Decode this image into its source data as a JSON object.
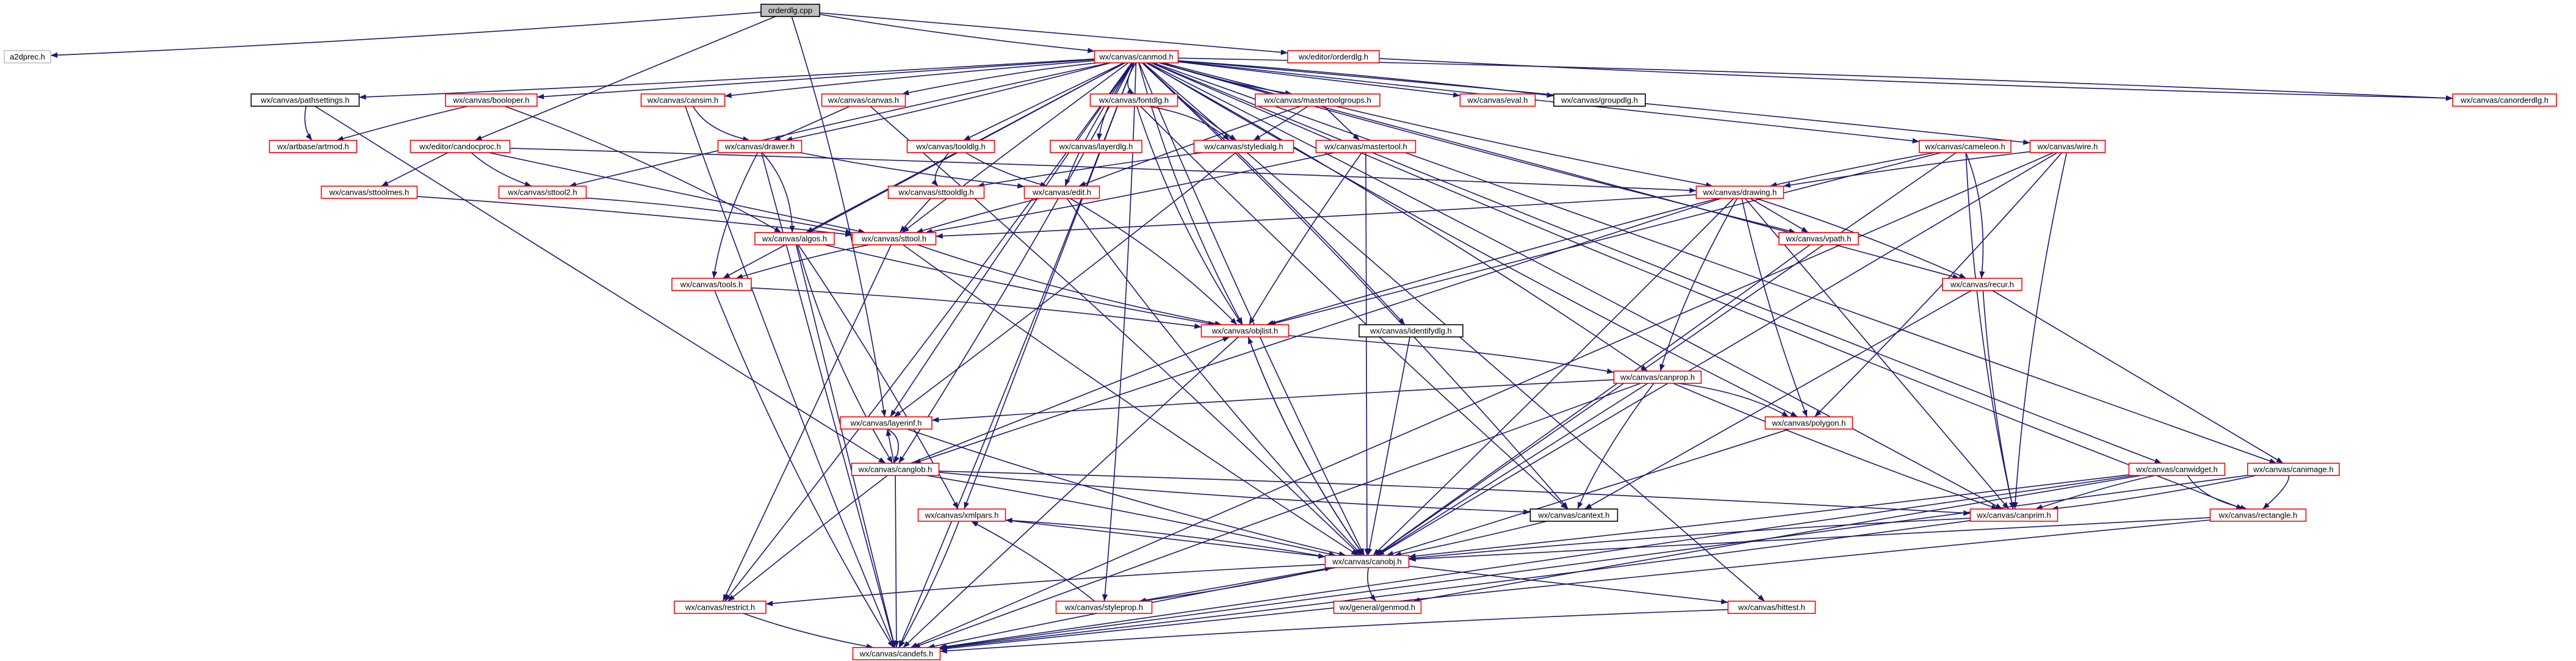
{
  "colors": {
    "edge": "#191970",
    "root_fill": "#bfbfbf",
    "node_fill": "#ffffff",
    "red_border": "#ff0000",
    "black_border": "#000000",
    "gray_border": "#bfbfbf"
  },
  "nodes": [
    {
      "id": "orderdlg_cpp",
      "label": "orderdlg.cpp",
      "style": "root"
    },
    {
      "id": "a2dprec_h",
      "label": "a2dprec.h",
      "style": "gray"
    },
    {
      "id": "canmod_h",
      "label": "wx/canvas/canmod.h",
      "style": "red"
    },
    {
      "id": "editor_orderdlg_h",
      "label": "wx/editor/orderdlg.h",
      "style": "red"
    },
    {
      "id": "pathsettings_h",
      "label": "wx/canvas/pathsettings.h",
      "style": "black"
    },
    {
      "id": "booloper_h",
      "label": "wx/canvas/booloper.h",
      "style": "red"
    },
    {
      "id": "cansim_h",
      "label": "wx/canvas/cansim.h",
      "style": "red"
    },
    {
      "id": "canvas_h",
      "label": "wx/canvas/canvas.h",
      "style": "red"
    },
    {
      "id": "fontdlg_h",
      "label": "wx/canvas/fontdlg.h",
      "style": "red"
    },
    {
      "id": "mastertoolgroups_h",
      "label": "wx/canvas/mastertoolgroups.h",
      "style": "red"
    },
    {
      "id": "eval_h",
      "label": "wx/canvas/eval.h",
      "style": "red"
    },
    {
      "id": "groupdlg_h",
      "label": "wx/canvas/groupdlg.h",
      "style": "black"
    },
    {
      "id": "canorderdlg_h",
      "label": "wx/canvas/canorderdlg.h",
      "style": "red"
    },
    {
      "id": "artbase_artmod_h",
      "label": "wx/artbase/artmod.h",
      "style": "red"
    },
    {
      "id": "candocproc_h",
      "label": "wx/editor/candocproc.h",
      "style": "red"
    },
    {
      "id": "drawer_h",
      "label": "wx/canvas/drawer.h",
      "style": "red"
    },
    {
      "id": "layerdlg_h",
      "label": "wx/canvas/layerdlg.h",
      "style": "red"
    },
    {
      "id": "styledialg_h",
      "label": "wx/canvas/styledialg.h",
      "style": "red"
    },
    {
      "id": "mastertool_h",
      "label": "wx/canvas/mastertool.h",
      "style": "red"
    },
    {
      "id": "cameleon_h",
      "label": "wx/canvas/cameleon.h",
      "style": "red"
    },
    {
      "id": "wire_h",
      "label": "wx/canvas/wire.h",
      "style": "red"
    },
    {
      "id": "sttoolmes_h",
      "label": "wx/canvas/sttoolmes.h",
      "style": "red"
    },
    {
      "id": "sttool2_h",
      "label": "wx/canvas/sttool2.h",
      "style": "red"
    },
    {
      "id": "tooldlg_h",
      "label": "wx/canvas/tooldlg.h",
      "style": "red"
    },
    {
      "id": "edit_h",
      "label": "wx/canvas/edit.h",
      "style": "red"
    },
    {
      "id": "drawing_h",
      "label": "wx/canvas/drawing.h",
      "style": "red"
    },
    {
      "id": "algos_h",
      "label": "wx/canvas/algos.h",
      "style": "red"
    },
    {
      "id": "sttool_h",
      "label": "wx/canvas/sttool.h",
      "style": "red"
    },
    {
      "id": "vpath_h",
      "label": "wx/canvas/vpath.h",
      "style": "red"
    },
    {
      "id": "tools_h",
      "label": "wx/canvas/tools.h",
      "style": "red"
    },
    {
      "id": "recur_h",
      "label": "wx/canvas/recur.h",
      "style": "red"
    },
    {
      "id": "objlist_h",
      "label": "wx/canvas/objlist.h",
      "style": "red"
    },
    {
      "id": "identifydlg_h",
      "label": "wx/canvas/identifydlg.h",
      "style": "black"
    },
    {
      "id": "canprop_h",
      "label": "wx/canvas/canprop.h",
      "style": "red"
    },
    {
      "id": "layerinf_h",
      "label": "wx/canvas/layerinf.h",
      "style": "red"
    },
    {
      "id": "polygon_h",
      "label": "wx/canvas/polygon.h",
      "style": "red"
    },
    {
      "id": "canglob_h",
      "label": "wx/canvas/canglob.h",
      "style": "red"
    },
    {
      "id": "canwidget_h",
      "label": "wx/canvas/canwidget.h",
      "style": "red"
    },
    {
      "id": "canimage_h",
      "label": "wx/canvas/canimage.h",
      "style": "red"
    },
    {
      "id": "xmlpars_h",
      "label": "wx/canvas/xmlpars.h",
      "style": "red"
    },
    {
      "id": "canprim_h",
      "label": "wx/canvas/canprim.h",
      "style": "red"
    },
    {
      "id": "cantext_h",
      "label": "wx/canvas/cantext.h",
      "style": "black"
    },
    {
      "id": "rectangle_h",
      "label": "wx/canvas/rectangle.h",
      "style": "red"
    },
    {
      "id": "canobj_h",
      "label": "wx/canvas/canobj.h",
      "style": "red"
    },
    {
      "id": "restrict_h",
      "label": "wx/canvas/restrict.h",
      "style": "red"
    },
    {
      "id": "styleprop_h",
      "label": "wx/canvas/styleprop.h",
      "style": "red"
    },
    {
      "id": "genmod_h",
      "label": "wx/general/genmod.h",
      "style": "red"
    },
    {
      "id": "hittest_h",
      "label": "wx/canvas/hittest.h",
      "style": "red"
    },
    {
      "id": "candefs_h",
      "label": "wx/canvas/candefs.h",
      "style": "red"
    }
  ],
  "edges": [
    [
      "orderdlg_cpp",
      "a2dprec_h"
    ],
    [
      "orderdlg_cpp",
      "canmod_h"
    ],
    [
      "orderdlg_cpp",
      "editor_orderdlg_h"
    ],
    [
      "orderdlg_cpp",
      "candocproc_h"
    ],
    [
      "orderdlg_cpp",
      "layerinf_h"
    ],
    [
      "editor_orderdlg_h",
      "canorderdlg_h"
    ],
    [
      "canmod_h",
      "pathsettings_h"
    ],
    [
      "canmod_h",
      "booloper_h"
    ],
    [
      "canmod_h",
      "cansim_h"
    ],
    [
      "canmod_h",
      "canvas_h"
    ],
    [
      "canmod_h",
      "fontdlg_h"
    ],
    [
      "canmod_h",
      "mastertoolgroups_h"
    ],
    [
      "canmod_h",
      "eval_h"
    ],
    [
      "canmod_h",
      "groupdlg_h"
    ],
    [
      "canmod_h",
      "canorderdlg_h"
    ],
    [
      "canmod_h",
      "layerdlg_h"
    ],
    [
      "canmod_h",
      "styledialg_h"
    ],
    [
      "canmod_h",
      "cameleon_h"
    ],
    [
      "canmod_h",
      "wire_h"
    ],
    [
      "canmod_h",
      "tooldlg_h"
    ],
    [
      "canmod_h",
      "drawing_h"
    ],
    [
      "canmod_h",
      "vpath_h"
    ],
    [
      "canmod_h",
      "recur_h"
    ],
    [
      "canmod_h",
      "identifydlg_h"
    ],
    [
      "canmod_h",
      "canprop_h"
    ],
    [
      "canmod_h",
      "polygon_h"
    ],
    [
      "canmod_h",
      "canwidget_h"
    ],
    [
      "canmod_h",
      "canimage_h"
    ],
    [
      "canmod_h",
      "canprim_h"
    ],
    [
      "canmod_h",
      "cantext_h"
    ],
    [
      "canmod_h",
      "rectangle_h"
    ],
    [
      "canmod_h",
      "canobj_h"
    ],
    [
      "canmod_h",
      "hittest_h"
    ],
    [
      "canmod_h",
      "candefs_h"
    ],
    [
      "canmod_h",
      "sttool2_h"
    ],
    [
      "canmod_h",
      "edit_h"
    ],
    [
      "canmod_h",
      "sttool_h"
    ],
    [
      "canmod_h",
      "tools_h"
    ],
    [
      "canmod_h",
      "algos_h"
    ],
    [
      "canmod_h",
      "canglob_h"
    ],
    [
      "canmod_h",
      "objlist_h"
    ],
    [
      "canmod_h",
      "layerinf_h"
    ],
    [
      "canmod_h",
      "xmlpars_h"
    ],
    [
      "canmod_h",
      "styleprop_h"
    ],
    [
      "canmod_h",
      "restrict_h"
    ],
    [
      "canmod_h",
      "drawer_h"
    ],
    [
      "pathsettings_h",
      "artbase_artmod_h"
    ],
    [
      "pathsettings_h",
      "canglob_h"
    ],
    [
      "booloper_h",
      "artbase_artmod_h"
    ],
    [
      "booloper_h",
      "algos_h"
    ],
    [
      "cansim_h",
      "drawer_h"
    ],
    [
      "cansim_h",
      "candefs_h"
    ],
    [
      "canvas_h",
      "drawer_h"
    ],
    [
      "canvas_h",
      "canobj_h"
    ],
    [
      "fontdlg_h",
      "styledialg_h"
    ],
    [
      "fontdlg_h",
      "objlist_h"
    ],
    [
      "fontdlg_h",
      "cantext_h"
    ],
    [
      "mastertoolgroups_h",
      "mastertool_h"
    ],
    [
      "mastertoolgroups_h",
      "styledialg_h"
    ],
    [
      "mastertoolgroups_h",
      "edit_h"
    ],
    [
      "candocproc_h",
      "sttoolmes_h"
    ],
    [
      "candocproc_h",
      "sttool2_h"
    ],
    [
      "candocproc_h",
      "sttool_h"
    ],
    [
      "candocproc_h",
      "drawing_h"
    ],
    [
      "drawer_h",
      "algos_h"
    ],
    [
      "drawer_h",
      "tools_h"
    ],
    [
      "drawer_h",
      "edit_h"
    ],
    [
      "drawer_h",
      "candefs_h"
    ],
    [
      "styledialg_h",
      "sttooldlg_h"
    ],
    [
      "styledialg_h",
      "layerinf_h"
    ],
    [
      "mastertool_h",
      "sttool_h"
    ],
    [
      "mastertool_h",
      "objlist_h"
    ],
    [
      "mastertool_h",
      "canobj_h"
    ],
    [
      "cameleon_h",
      "drawing_h"
    ],
    [
      "cameleon_h",
      "recur_h"
    ],
    [
      "cameleon_h",
      "canprim_h"
    ],
    [
      "cameleon_h",
      "canobj_h"
    ],
    [
      "cameleon_h",
      "objlist_h"
    ],
    [
      "wire_h",
      "drawing_h"
    ],
    [
      "wire_h",
      "polygon_h"
    ],
    [
      "wire_h",
      "canprim_h"
    ],
    [
      "wire_h",
      "canobj_h"
    ],
    [
      "wire_h",
      "candefs_h"
    ],
    [
      "sttoolmes_h",
      "sttool_h"
    ],
    [
      "sttool2_h",
      "sttool_h"
    ],
    [
      "tooldlg_h",
      "sttooldlg_h"
    ],
    [
      "tooldlg_h",
      "edit_h"
    ],
    [
      "sttooldlg_h",
      "sttool_h"
    ],
    [
      "edit_h",
      "sttool_h"
    ],
    [
      "edit_h",
      "objlist_h"
    ],
    [
      "edit_h",
      "canobj_h"
    ],
    [
      "drawing_h",
      "sttool_h"
    ],
    [
      "drawing_h",
      "vpath_h"
    ],
    [
      "drawing_h",
      "recur_h"
    ],
    [
      "drawing_h",
      "objlist_h"
    ],
    [
      "drawing_h",
      "canprop_h"
    ],
    [
      "drawing_h",
      "polygon_h"
    ],
    [
      "drawing_h",
      "canprim_h"
    ],
    [
      "drawing_h",
      "canobj_h"
    ],
    [
      "drawing_h",
      "canglob_h"
    ],
    [
      "algos_h",
      "canglob_h"
    ],
    [
      "algos_h",
      "objlist_h"
    ],
    [
      "algos_h",
      "candefs_h"
    ],
    [
      "algos_h",
      "xmlpars_h"
    ],
    [
      "sttool_h",
      "tools_h"
    ],
    [
      "sttool_h",
      "objlist_h"
    ],
    [
      "sttool_h",
      "canobj_h"
    ],
    [
      "sttool_h",
      "restrict_h"
    ],
    [
      "vpath_h",
      "canobj_h"
    ],
    [
      "tools_h",
      "objlist_h"
    ],
    [
      "tools_h",
      "candefs_h"
    ],
    [
      "recur_h",
      "canprim_h"
    ],
    [
      "recur_h",
      "canimage_h"
    ],
    [
      "recur_h",
      "cantext_h"
    ],
    [
      "objlist_h",
      "canprop_h"
    ],
    [
      "objlist_h",
      "canobj_h"
    ],
    [
      "objlist_h",
      "candefs_h"
    ],
    [
      "identifydlg_h",
      "canobj_h"
    ],
    [
      "canprop_h",
      "layerinf_h"
    ],
    [
      "canprop_h",
      "polygon_h"
    ],
    [
      "canprop_h",
      "cantext_h"
    ],
    [
      "canprop_h",
      "canprim_h"
    ],
    [
      "canprop_h",
      "canobj_h"
    ],
    [
      "canprop_h",
      "candefs_h"
    ],
    [
      "layerinf_h",
      "canglob_h"
    ],
    [
      "layerinf_h",
      "canobj_h"
    ],
    [
      "polygon_h",
      "canobj_h"
    ],
    [
      "canglob_h",
      "layerinf_h"
    ],
    [
      "canglob_h",
      "objlist_h"
    ],
    [
      "canglob_h",
      "canprim_h"
    ],
    [
      "canglob_h",
      "cantext_h"
    ],
    [
      "canglob_h",
      "restrict_h"
    ],
    [
      "canglob_h",
      "candefs_h"
    ],
    [
      "canglob_h",
      "canobj_h"
    ],
    [
      "canwidget_h",
      "canprim_h"
    ],
    [
      "canwidget_h",
      "rectangle_h"
    ],
    [
      "canwidget_h",
      "canobj_h"
    ],
    [
      "canwidget_h",
      "candefs_h"
    ],
    [
      "canwidget_h",
      "genmod_h"
    ],
    [
      "canimage_h",
      "rectangle_h"
    ],
    [
      "canimage_h",
      "canprim_h"
    ],
    [
      "canimage_h",
      "candefs_h"
    ],
    [
      "xmlpars_h",
      "canobj_h"
    ],
    [
      "xmlpars_h",
      "candefs_h"
    ],
    [
      "canprim_h",
      "canobj_h"
    ],
    [
      "canprim_h",
      "candefs_h"
    ],
    [
      "cantext_h",
      "canobj_h"
    ],
    [
      "rectangle_h",
      "canobj_h"
    ],
    [
      "rectangle_h",
      "candefs_h"
    ],
    [
      "canobj_h",
      "restrict_h"
    ],
    [
      "canobj_h",
      "styleprop_h"
    ],
    [
      "canobj_h",
      "genmod_h"
    ],
    [
      "canobj_h",
      "hittest_h"
    ],
    [
      "canobj_h",
      "candefs_h"
    ],
    [
      "canobj_h",
      "xmlpars_h"
    ],
    [
      "canobj_h",
      "objlist_h"
    ],
    [
      "restrict_h",
      "candefs_h"
    ],
    [
      "styleprop_h",
      "canobj_h"
    ],
    [
      "styleprop_h",
      "xmlpars_h"
    ],
    [
      "hittest_h",
      "candefs_h"
    ]
  ]
}
